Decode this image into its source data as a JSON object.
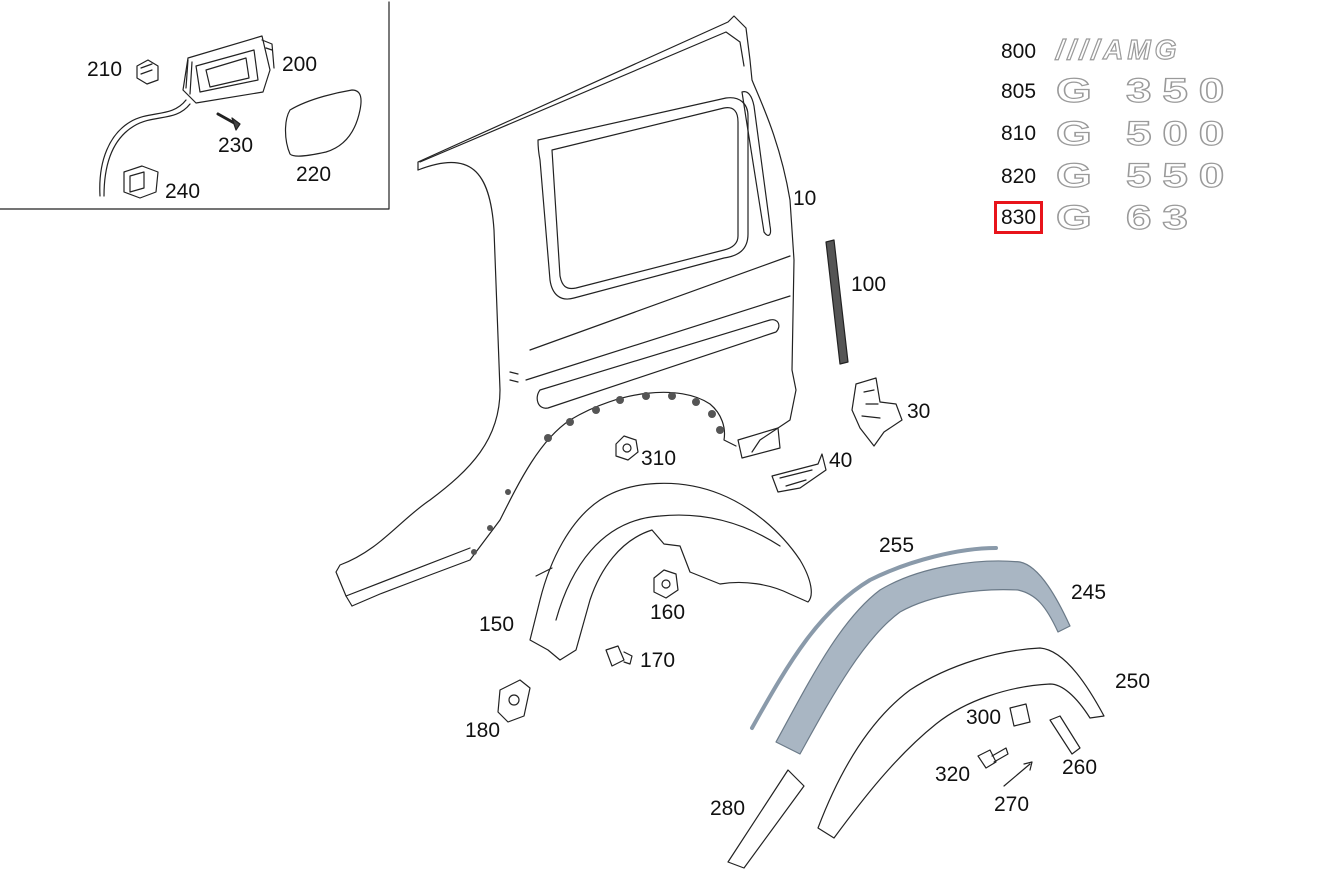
{
  "diagram": {
    "accent_color": "#e8141b",
    "highlighted_part": "830",
    "callouts": {
      "p10": "10",
      "p30": "30",
      "p40": "40",
      "p100": "100",
      "p150": "150",
      "p160": "160",
      "p170": "170",
      "p180": "180",
      "p200": "200",
      "p210": "210",
      "p220": "220",
      "p230": "230",
      "p240": "240",
      "p245": "245",
      "p250": "250",
      "p255": "255",
      "p260": "260",
      "p270": "270",
      "p280": "280",
      "p300": "300",
      "p310": "310",
      "p320": "320",
      "p800": "800",
      "p805": "805",
      "p810": "810",
      "p820": "820",
      "p830": "830"
    },
    "badges": {
      "b800": "////AMG",
      "b805": "G 350",
      "b810": "G 500",
      "b820": "G 550",
      "b830": "G 63"
    }
  }
}
